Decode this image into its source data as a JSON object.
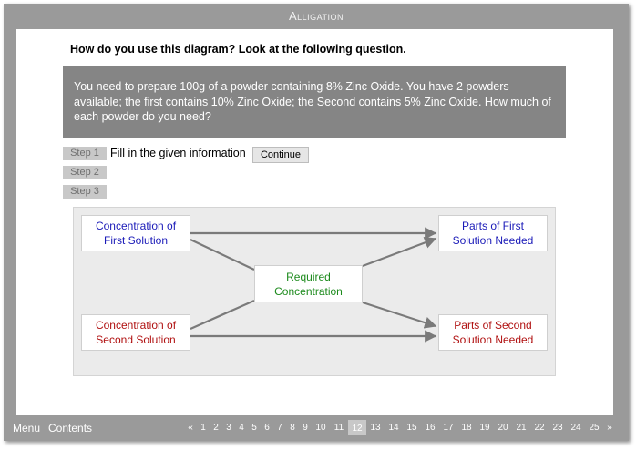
{
  "window": {
    "title": "Alligation"
  },
  "question": "How do you use this diagram? Look at the following question.",
  "problem": "You need to prepare 100g of a powder containing 8% Zinc Oxide. You have 2 powders available; the first contains 10% Zinc Oxide; the Second contains 5% Zinc Oxide. How much of each powder do you need?",
  "steps": [
    {
      "label": "Step 1",
      "text": "Fill in the given information"
    },
    {
      "label": "Step 2"
    },
    {
      "label": "Step 3"
    }
  ],
  "continue_label": "Continue",
  "diagram": {
    "conc_first": [
      "Concentration of",
      "First Solution"
    ],
    "conc_second": [
      "Concentration of",
      "Second Solution"
    ],
    "required": [
      "Required",
      "Concentration"
    ],
    "parts_first": [
      "Parts of First",
      "Solution Needed"
    ],
    "parts_second": [
      "Parts of Second",
      "Solution Needed"
    ],
    "colors": {
      "first": "#1a1ab8",
      "required": "#1c8a1c",
      "second": "#b01010",
      "arrow": "#7a7a7a"
    }
  },
  "footer": {
    "menu": "Menu",
    "contents": "Contents",
    "prev": "«",
    "next": "»",
    "pages": [
      "1",
      "2",
      "3",
      "4",
      "5",
      "6",
      "7",
      "8",
      "9",
      "10",
      "11",
      "12",
      "13",
      "14",
      "15",
      "16",
      "17",
      "18",
      "19",
      "20",
      "21",
      "22",
      "23",
      "24",
      "25"
    ],
    "current_page": "12"
  }
}
